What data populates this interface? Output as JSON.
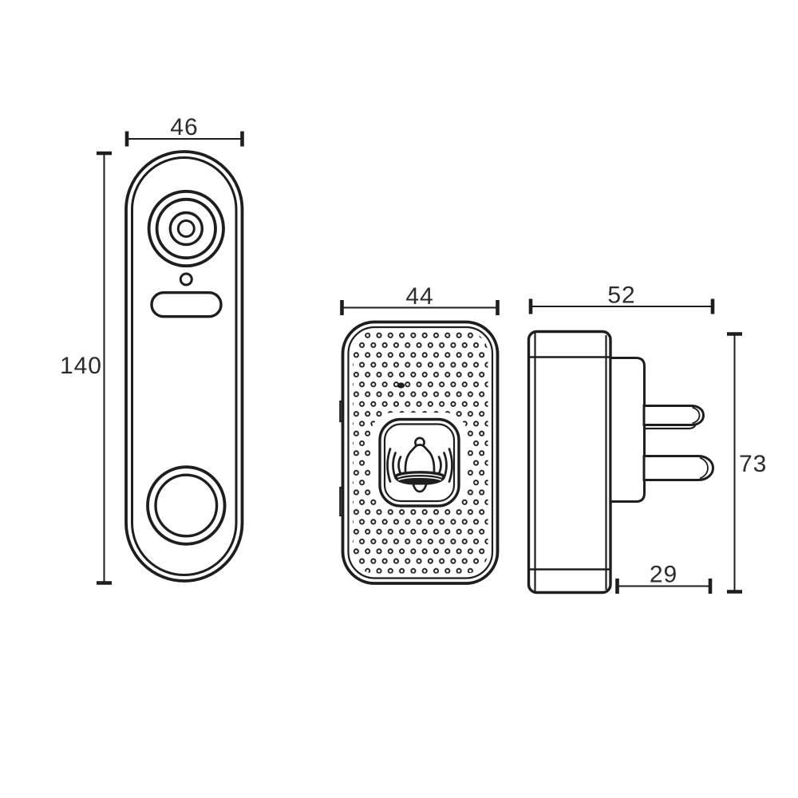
{
  "diagram": {
    "background_color": "#ffffff",
    "line_color": "#1e1e1e",
    "doorbell": {
      "width_label": "46",
      "height_label": "140"
    },
    "chime_front": {
      "width_label": "44"
    },
    "chime_side": {
      "depth_label": "52",
      "height_label": "73",
      "plug_depth_label": "29"
    }
  }
}
